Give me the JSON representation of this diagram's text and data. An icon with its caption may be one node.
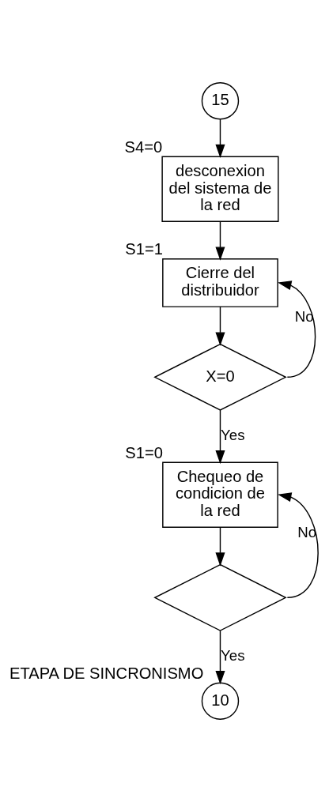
{
  "diagram": {
    "nodes": [
      {
        "text": [
          "15"
        ]
      },
      {
        "text": [
          "desconexion del sistema de la red"
        ],
        "beside": [
          "S4=0"
        ]
      },
      {
        "text": [
          "Cierre del distribuidor"
        ],
        "beside": [
          "S1=1"
        ]
      },
      {
        "text": [
          "X=0"
        ]
      },
      {
        "text": [
          "Chequeo de condicion de la red"
        ],
        "beside": [
          "S1=0"
        ]
      },
      {
        "text": [],
        "shape": "diamond"
      },
      {
        "text": [
          "10"
        ],
        "beside": [
          "ETAPA DE SINCRONISMO"
        ]
      }
    ],
    "edges": [
      {
        "from": 0,
        "to": 1,
        "arrow": "to"
      },
      {
        "from": 1,
        "to": 2,
        "arrow": "to"
      },
      {
        "from": 2,
        "to": 3,
        "arrow": "to"
      },
      {
        "from": 3,
        "to": 4,
        "arrow": "to",
        "label": "Yes"
      },
      {
        "from": 3,
        "to": 2,
        "arrow": "to",
        "label": "No"
      },
      {
        "from": 4,
        "to": 5,
        "arrow": "to"
      },
      {
        "from": 5,
        "to": 6,
        "arrow": "to",
        "label": "Yes"
      },
      {
        "from": 5,
        "to": 4,
        "arrow": "to",
        "label": "No"
      }
    ]
  }
}
